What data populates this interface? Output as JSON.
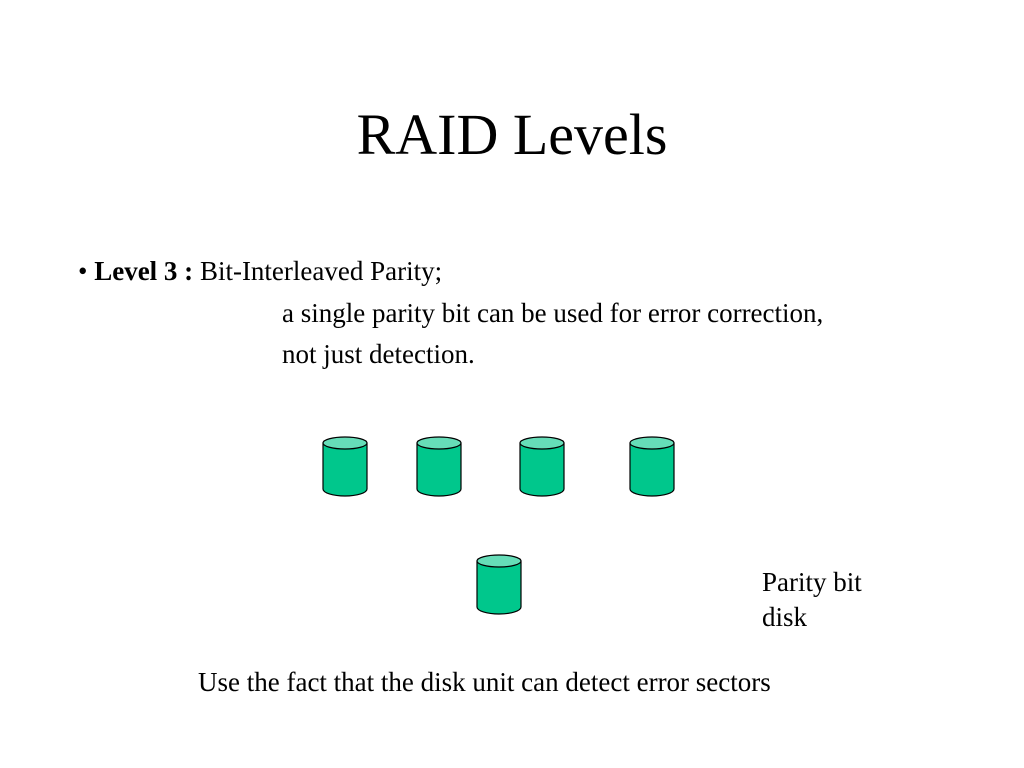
{
  "title": "RAID Levels",
  "bullet": {
    "marker": "•",
    "level_label": "Level 3 :",
    "heading": "Bit-Interleaved Parity;",
    "detail_line1": "a single parity bit can be used for error correction,",
    "detail_line2": "not just detection."
  },
  "disks": {
    "data_disk_count": 4,
    "parity_disk_count": 1,
    "body_color": "#00C78C",
    "top_color": "#66DDB8",
    "outline_color": "#000000"
  },
  "parity_label": {
    "line1": "Parity bit",
    "line2": "disk"
  },
  "footer_note": "Use the fact that the disk unit can detect error sectors"
}
